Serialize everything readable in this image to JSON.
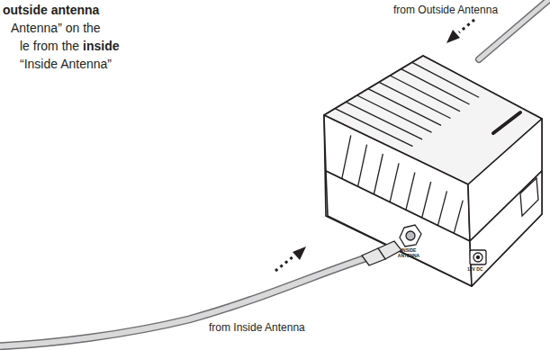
{
  "diagram": {
    "labels": [
      "outside antenna",
      "Antenna” on the",
      "le from the",
      "inside",
      "“Inside Antenna”",
      "from Outside Antenna",
      "INSIDE ANTENNA",
      "12V DC",
      "from Inside Antenna"
    ]
  }
}
